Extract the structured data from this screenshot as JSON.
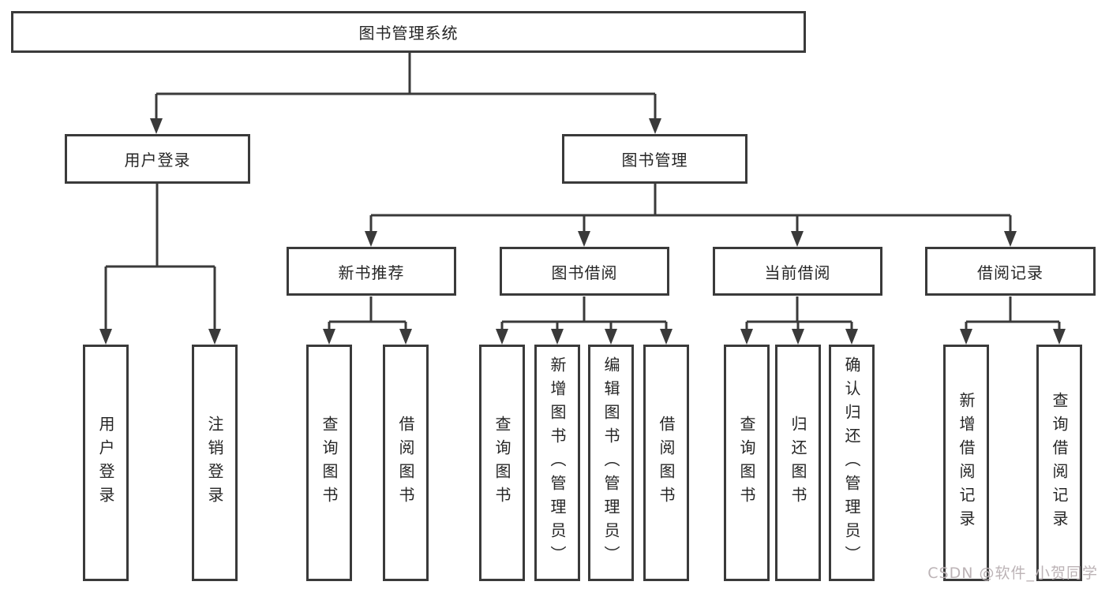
{
  "tree": {
    "label": "图书管理系统",
    "children": [
      {
        "label": "用户登录",
        "children": [
          {
            "label": "用户登录"
          },
          {
            "label": "注销登录"
          }
        ]
      },
      {
        "label": "图书管理",
        "children": [
          {
            "label": "新书推荐",
            "children": [
              {
                "label": "查询图书"
              },
              {
                "label": "借阅图书"
              }
            ]
          },
          {
            "label": "图书借阅",
            "children": [
              {
                "label": "查询图书"
              },
              {
                "label": "新增图书（管理员）"
              },
              {
                "label": "编辑图书（管理员）"
              },
              {
                "label": "借阅图书"
              }
            ]
          },
          {
            "label": "当前借阅",
            "children": [
              {
                "label": "查询图书"
              },
              {
                "label": "归还图书"
              },
              {
                "label": "确认归还（管理员）"
              }
            ]
          },
          {
            "label": "借阅记录",
            "children": [
              {
                "label": "新增借阅记录"
              },
              {
                "label": "查询借阅记录"
              }
            ]
          }
        ]
      }
    ]
  },
  "watermark": {
    "text": "CSDN @软件_小贺同学"
  },
  "colors": {
    "box_border": "#3a3a3a",
    "connector": "#3a3a3a",
    "text": "#262626",
    "background": "#ffffff",
    "watermark": "#bcb3b6"
  }
}
